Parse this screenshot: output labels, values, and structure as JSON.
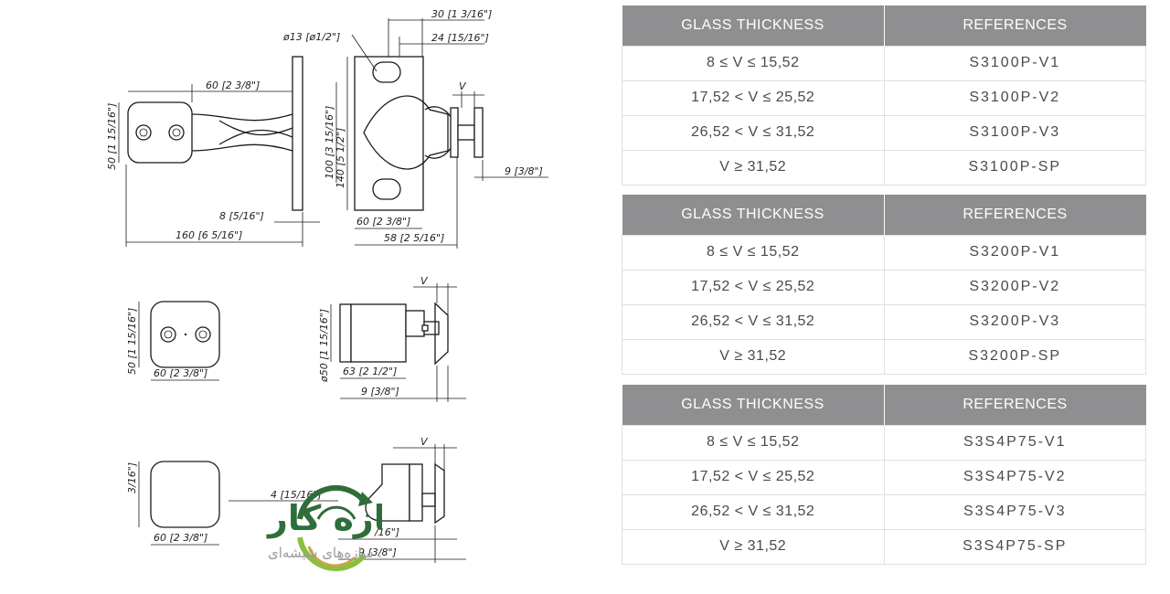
{
  "drawings": {
    "dims": {
      "d1": "30 [1 3/16\"]",
      "d2": "ø13 [ø1/2\"]",
      "d3": "24 [15/16\"]",
      "d4": "60 [2 3/8\"]",
      "d5": "50 [1 15/16\"]",
      "d6": "140 [5 1/2\"]",
      "d7": "100 [3 15/16\"]",
      "d8": "V",
      "d9": "9 [3/8\"]",
      "d10": "8 [5/16\"]",
      "d11": "160 [6 5/16\"]",
      "d12": "60 [2 3/8\"]",
      "d13": "58 [2 5/16\"]",
      "d14": "50 [1 15/16\"]",
      "d15": "60 [2 3/8\"]",
      "d16": "ø50 [1 15/16\"]",
      "d17": "V",
      "d18": "63 [2 1/2\"]",
      "d19": "9 [3/8\"]",
      "d20": "3/16\"]",
      "d21": "4 [15/16\"]",
      "d22": "V",
      "d23": "60 [2 3/8\"]",
      "d24": "/16\"]",
      "d25": "9 [3/8\"]"
    }
  },
  "tables": [
    {
      "header": [
        "GLASS THICKNESS",
        "REFERENCES"
      ],
      "rows": [
        [
          "8 ≤ V ≤ 15,52",
          "S3100P-V1"
        ],
        [
          "17,52 < V ≤ 25,52",
          "S3100P-V2"
        ],
        [
          "26,52 < V ≤ 31,52",
          "S3100P-V3"
        ],
        [
          "V ≥ 31,52",
          "S3100P-SP"
        ]
      ]
    },
    {
      "header": [
        "GLASS THICKNESS",
        "REFERENCES"
      ],
      "rows": [
        [
          "8 ≤ V ≤ 15,52",
          "S3200P-V1"
        ],
        [
          "17,52 < V ≤ 25,52",
          "S3200P-V2"
        ],
        [
          "26,52 < V ≤ 31,52",
          "S3200P-V3"
        ],
        [
          "V ≥ 31,52",
          "S3200P-SP"
        ]
      ]
    },
    {
      "header": [
        "GLASS THICKNESS",
        "REFERENCES"
      ],
      "rows": [
        [
          "8 ≤ V ≤ 15,52",
          "S3S4P75-V1"
        ],
        [
          "17,52 < V ≤ 25,52",
          "S3S4P75-V2"
        ],
        [
          "26,52 < V ≤ 31,52",
          "S3S4P75-V3"
        ],
        [
          "V ≥ 31,52",
          "S3S4P75-SP"
        ]
      ]
    }
  ],
  "logo": {
    "name": "آریا سازه کار",
    "tagline": "شیشه. سازه‌های شیشه‌ای",
    "colors": {
      "dark": "#2f6e3b",
      "light": "#8bbf3f",
      "gold": "#c9a44a",
      "gray": "#9a9a9a"
    }
  },
  "colors": {
    "header_bg": "#8f8f91",
    "cell_border": "#e0e0e0",
    "text": "#4a4a4a"
  }
}
